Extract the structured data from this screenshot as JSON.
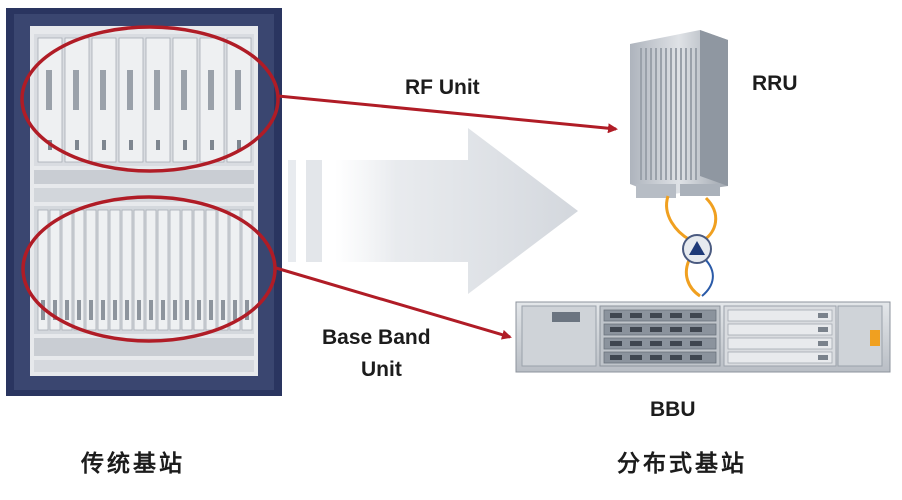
{
  "labels": {
    "rf_unit": "RF Unit",
    "rru": "RRU",
    "base_band_line1": "Base Band",
    "base_band_line2": "Unit",
    "bbu": "BBU",
    "traditional_station": "传统基站",
    "distributed_station": "分布式基站"
  },
  "colors": {
    "cabinet_frame": "#2a3560",
    "cabinet_panel": "#e7e9ec",
    "highlight_ellipse": "#b01c26",
    "arrow_line": "#b01c26",
    "fade_arrow": "#d9dde3",
    "rru_body": "#c7ccd3",
    "bbu_body": "#d5d9de",
    "fiber": "#f0a020",
    "text": "#1c1c1c"
  },
  "icons": {
    "traditional_cabinet": "base-station-cabinet-icon",
    "rru": "rru-device-icon",
    "bbu": "bbu-chassis-icon",
    "fiber_connector": "fiber-connector-icon",
    "transition_arrow": "faded-large-arrow-icon"
  }
}
